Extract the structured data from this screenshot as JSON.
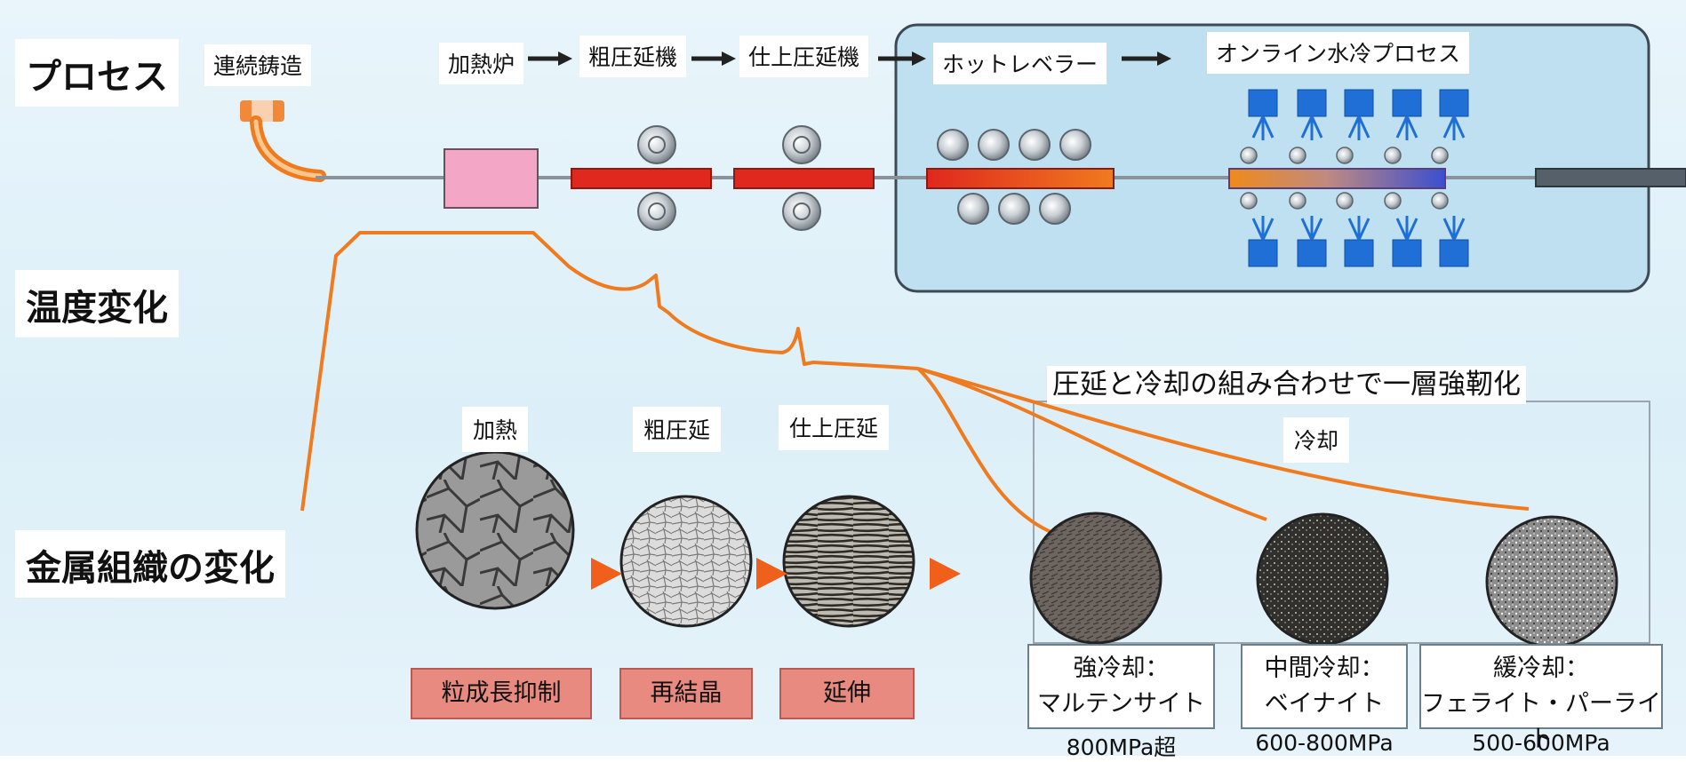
{
  "sections": {
    "process": "プロセス",
    "temperature": "温度変化",
    "structure": "金属組織の変化"
  },
  "process_steps": {
    "casting": "連続鋳造",
    "furnace": "加熱炉",
    "rough_mill": "粗圧延機",
    "finish_mill": "仕上圧延機",
    "leveler": "ホットレベラー",
    "water_cooling": "オンライン水冷プロセス"
  },
  "stages": {
    "heating": "加熱",
    "rough": "粗圧延",
    "finish": "仕上圧延",
    "cooling": "冷却"
  },
  "combo_caption": "圧延と冷却の組み合わせで一層強靭化",
  "effects": {
    "grain": "粒成長抑制",
    "recrystal": "再結晶",
    "elongation": "延伸"
  },
  "results": [
    {
      "line1": "強冷却：",
      "line2": "マルテンサイト",
      "strength": "800MPa超"
    },
    {
      "line1": "中間冷却：",
      "line2": "ベイナイト",
      "strength": "600-800MPa"
    },
    {
      "line1": "緩冷却：",
      "line2": "フェライト・パーライト",
      "strength": "500-600MPa"
    }
  ],
  "colors": {
    "temperature_line": "#f07a1e",
    "slab_hot": "#e0281e",
    "furnace": "#f4a6c6",
    "water_nozzle": "#1f6fd6",
    "tag_fill": "#e88a80"
  }
}
